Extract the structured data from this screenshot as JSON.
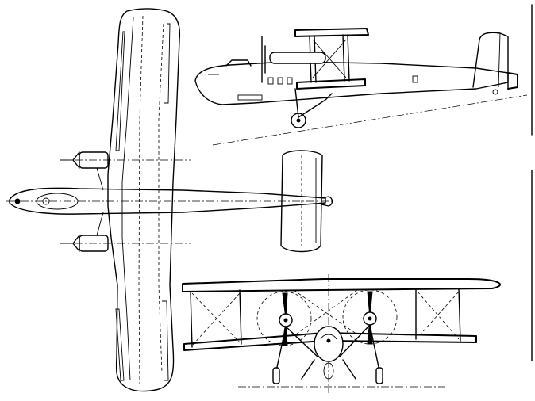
{
  "drawing": {
    "views": [
      "plan",
      "side-elevation",
      "front-elevation"
    ],
    "line_color": "#000000",
    "background": "#ffffff"
  }
}
